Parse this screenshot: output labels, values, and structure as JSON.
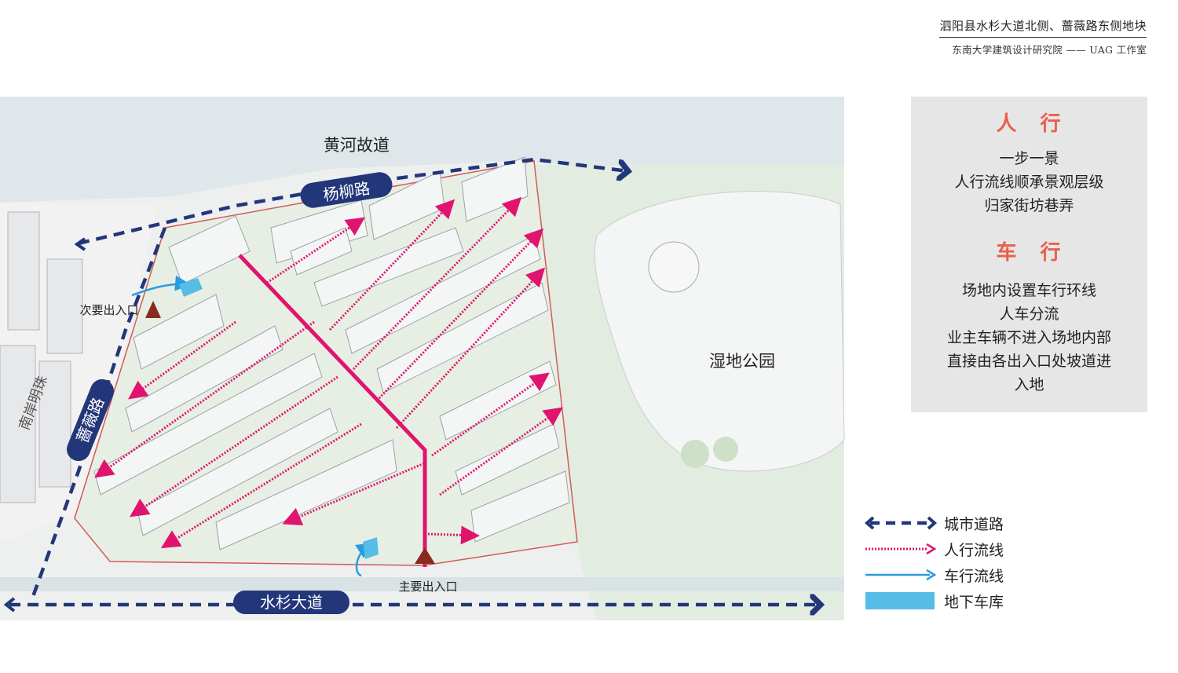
{
  "header": {
    "title": "泗阳县水杉大道北侧、蔷薇路东侧地块",
    "subtitle": "东南大学建筑设计研究院 —— UAG 工作室"
  },
  "map": {
    "label_river": "黄河故道",
    "label_wetland": "湿地公园",
    "road_north": "杨柳路",
    "road_west": "蔷薇路",
    "road_south": "水杉大道",
    "road_far_west": "南岸明珠",
    "entrance_secondary": "次要出入口",
    "entrance_main": "主要出入口"
  },
  "info": {
    "pedestrian_heading": "人　行",
    "pedestrian_lines": [
      "一步一景",
      "人行流线顺承景观层级",
      "归家街坊巷弄"
    ],
    "vehicle_heading": "车　行",
    "vehicle_lines": [
      "场地内设置车行环线",
      "人车分流",
      "业主车辆不进入场地内部",
      "直接由各出入口处坡道进",
      "入地"
    ]
  },
  "legend": [
    {
      "label": "城市道路",
      "icon": "dashed-double-arrow",
      "color": "#23367a"
    },
    {
      "label": "人行流线",
      "icon": "dotted-pink-arrow",
      "color": "#e0146e"
    },
    {
      "label": "车行流线",
      "icon": "blue-arrow",
      "color": "#2a9be0"
    },
    {
      "label": "地下车库",
      "icon": "blue-block",
      "color": "#55bde6"
    }
  ],
  "colors": {
    "city_road": "#23367a",
    "pedestrian": "#e0146e",
    "vehicle": "#2a9be0",
    "garage": "#55bde6",
    "site_boundary": "#d25a5a",
    "heading_accent": "#e8604c",
    "entrance_marker": "#8b2a20"
  }
}
